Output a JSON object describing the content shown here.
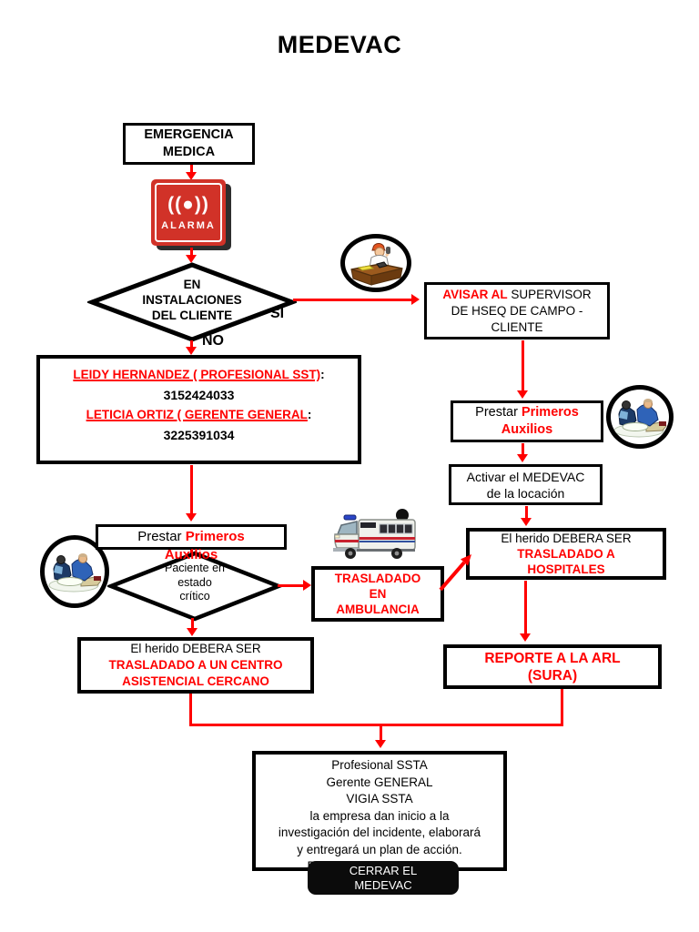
{
  "title": "MEDEVAC",
  "colors": {
    "accent_red": "#ff0000",
    "alarm_red": "#d13228",
    "outline_black": "#000000"
  },
  "nodes": {
    "emergencia": {
      "line1": "EMERGENCIA",
      "line2": "MEDICA"
    },
    "alarma": {
      "symbol": "((●))",
      "label": "ALARMA"
    },
    "decision_instalaciones": {
      "line1": "EN",
      "line2": "INSTALACIONES",
      "line3": "DEL CLIENTE",
      "label_si": "SI",
      "label_no": "NO"
    },
    "avisar_supervisor": {
      "red": "AVISAR AL",
      "black1": "SUPERVISOR",
      "black2": "DE HSEQ DE CAMPO -",
      "black3": "CLIENTE"
    },
    "contactos": {
      "nombre1": "LEIDY HERNANDEZ ( PROFESIONAL SST)",
      "sep1": ":",
      "tel1": "3152424033",
      "nombre2": "LETICIA ORTIZ ( GERENTE GENERAL",
      "sep2": ":",
      "tel2": "3225391034"
    },
    "prestar_auxilios_right": {
      "black": "Prestar",
      "red1": "Primeros",
      "red2": "Auxilios"
    },
    "activar_medevac": {
      "line1": "Activar el MEDEVAC",
      "line2": "de la locación"
    },
    "herido_hospitales": {
      "black": "El herido DEBERA SER",
      "red1": "TRASLADADO A",
      "red2": "HOSPITALES"
    },
    "prestar_auxilios_left": {
      "black": "Prestar",
      "red1": "Primeros",
      "red2": "Auxilios"
    },
    "decision_critico": {
      "line1": "Paciente en",
      "line2": "estado",
      "line3": "crítico"
    },
    "trasladado_ambulancia": {
      "line1": "TRASLADADO",
      "line2": "EN",
      "line3": "AMBULANCIA"
    },
    "herido_centro": {
      "black": "El herido DEBERA SER",
      "red1": "TRASLADADO A UN CENTRO",
      "red2": "ASISTENCIAL CERCANO"
    },
    "reporte_arl": {
      "line1": "REPORTE A LA ARL",
      "line2": "(SURA)"
    },
    "cierre": {
      "lines": [
        "Profesional SSTA",
        "Gerente GENERAL",
        "VIGIA SSTA",
        "la empresa dan inicio a la",
        "investigación del incidente, elaborará",
        "y entregará un plan de acción.",
        "Divulgar lección aprendida"
      ]
    },
    "cerrar_medevac": {
      "line1": "CERRAR EL",
      "line2": "MEDEVAC"
    }
  }
}
